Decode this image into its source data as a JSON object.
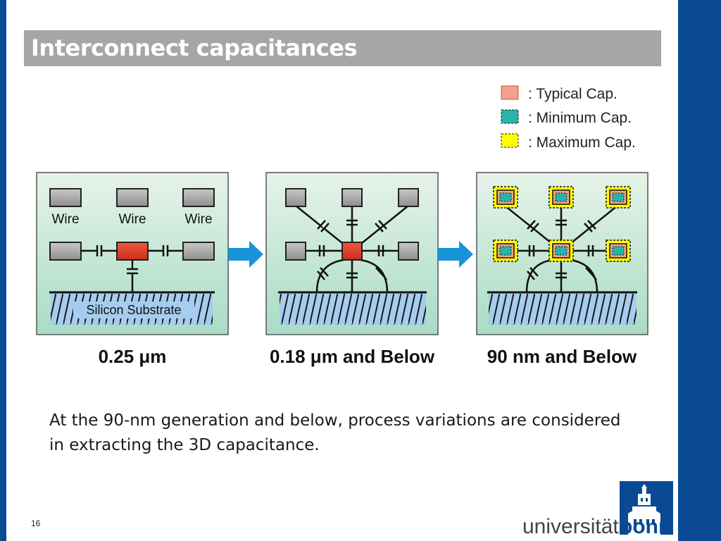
{
  "slide": {
    "title": "Interconnect capacitances",
    "body": "At the 90-nm generation and below, process variations are considered in extracting the 3D capacitance.",
    "page_number": "16"
  },
  "legend": {
    "typical": ": Typical Cap.",
    "minimum": ": Minimum Cap.",
    "maximum": ": Maximum Cap."
  },
  "panels": {
    "p1": {
      "caption": "0.25 μm",
      "wire1": "Wire",
      "wire2": "Wire",
      "wire3": "Wire",
      "substrate": "Silicon Substrate"
    },
    "p2": {
      "caption": "0.18 μm and Below"
    },
    "p3": {
      "caption": "90 nm and Below"
    }
  },
  "logo": {
    "text_left": "universität",
    "text_right": "bonn"
  },
  "colors": {
    "brand_blue": "#0a4a94",
    "title_bar": "#a6a6a6",
    "typical_cap": "#f4a08a",
    "minimum_cap": "#2ab3a8",
    "maximum_cap": "#ffff00",
    "panel_top": "#e6f3e8",
    "panel_bottom": "#a9dcc5",
    "wire": "#a3a3a3",
    "signal_wire": "#e53b25",
    "substrate": "#a6cdf0",
    "arrow": "#1993d8"
  }
}
